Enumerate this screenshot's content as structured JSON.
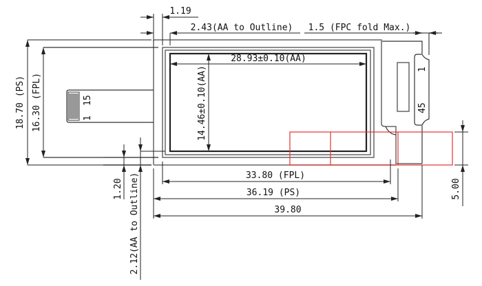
{
  "drawing": {
    "dims": {
      "aa_width": "28.93±0.10(AA)",
      "aa_height": "14.46±0.10(AA)",
      "ps_height": "18.70 (PS)",
      "fpl_height": "16.30 (FPL)",
      "fpl_width": "33.80 (FPL)",
      "ps_width": "36.19 (PS)",
      "total_width": "39.80",
      "top_offset": "1.19",
      "aa_to_outline_left": "2.43(AA to Outline)",
      "fpc_fold": "1.5 (FPC fold Max.)",
      "bottom_offset": "1.20",
      "aa_to_outline_bottom": "2.12(AA to Outline)",
      "fpc_tail_height": "5.00"
    },
    "pins": {
      "left_connector_first": "1",
      "left_connector_last": "15",
      "right_connector_first": "1",
      "right_connector_last": "45"
    },
    "colors": {
      "highlight": "#e53030"
    }
  }
}
